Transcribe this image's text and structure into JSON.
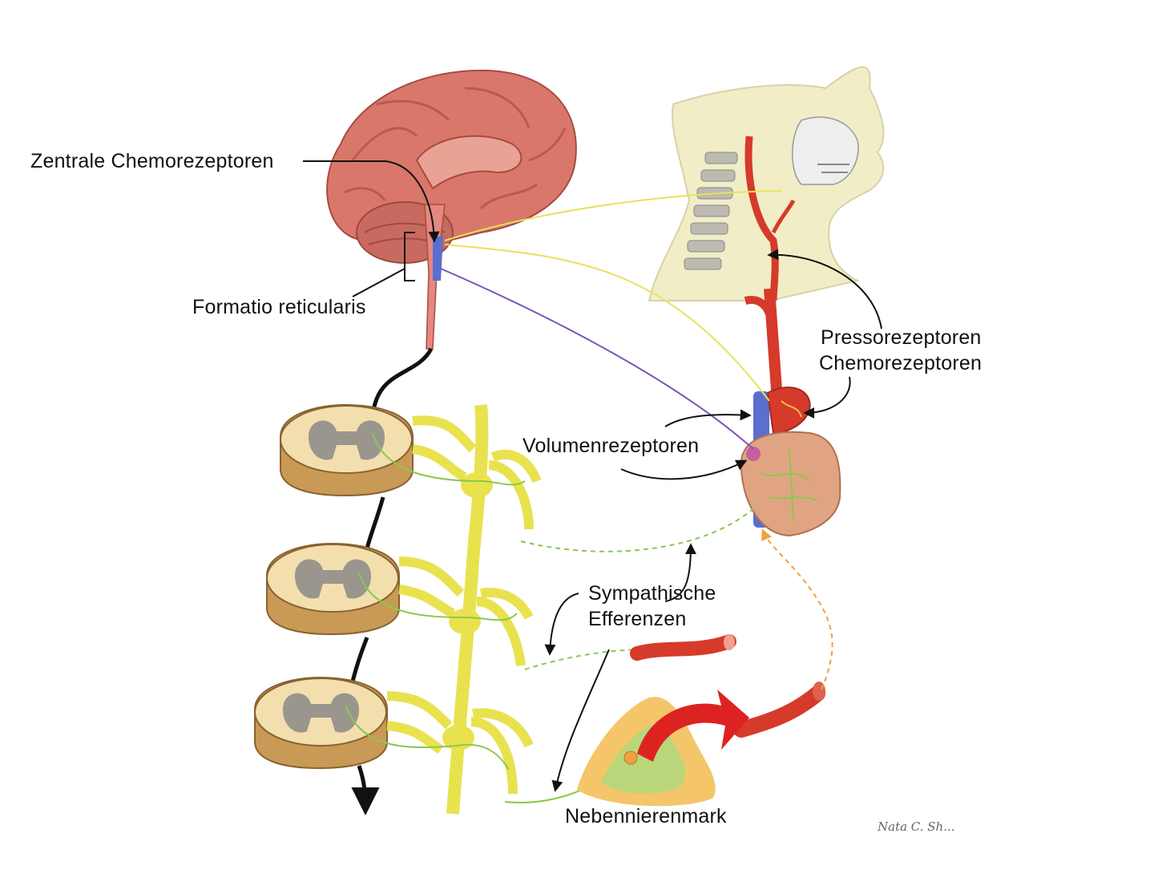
{
  "labels": {
    "central_chemo": "Zentrale Chemorezeptoren",
    "formatio": "Formatio reticularis",
    "pressor_line1": "Pressorezeptoren",
    "pressor_line2": "Chemorezeptoren",
    "volume": "Volumenrezeptoren",
    "sympathetic_line1": "Sympathische",
    "sympathetic_line2": "Efferenzen",
    "adrenal": "Nebennierenmark"
  },
  "signature": "Nata C. Sh...",
  "colors": {
    "afferent_yellow": "#e8e25a",
    "afferent_purple": "#7a54b8",
    "sympathetic_green": "#8cc84b",
    "hormone_orange": "#f0a040",
    "ganglion_yellow": "#e9e24f",
    "artery_red": "#d63a2a",
    "vein_blue": "#5a6fd0",
    "brain_pink": "#d9776b",
    "spinal_tan": "#f3dfae",
    "arrow_black": "#111111"
  }
}
